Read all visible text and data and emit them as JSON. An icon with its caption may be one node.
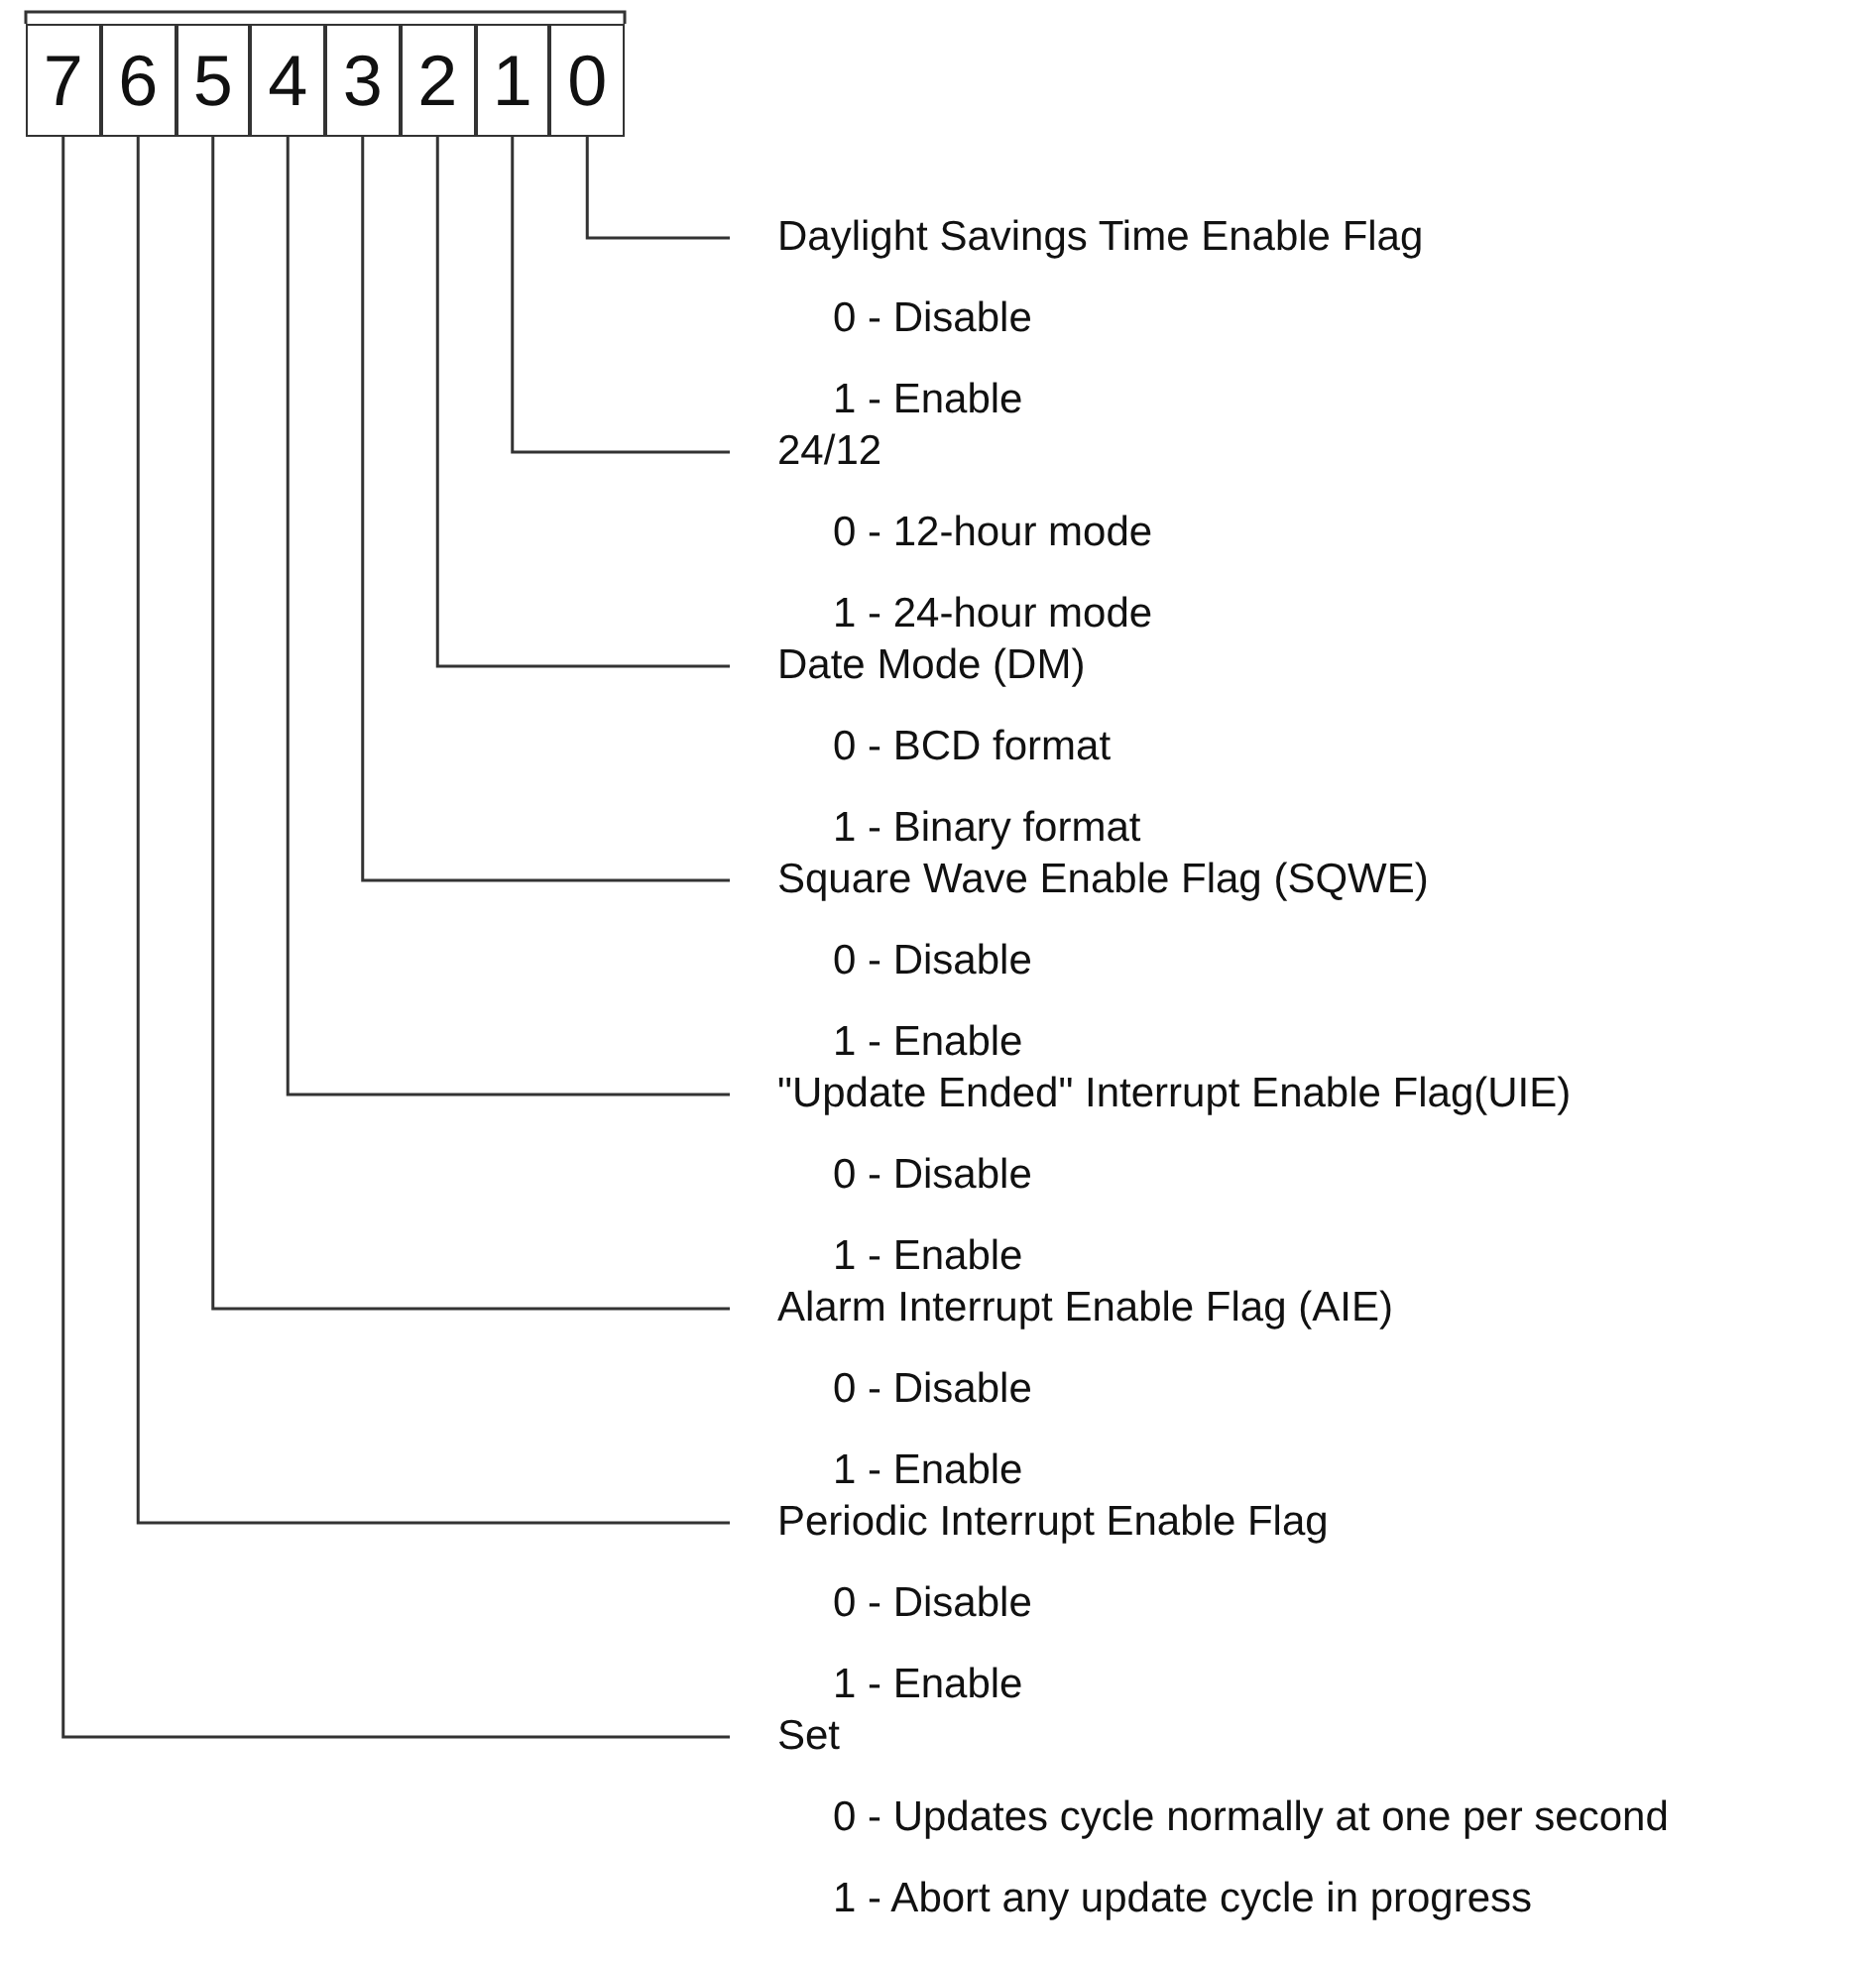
{
  "diagram": {
    "nodes": [
      {
        "text": [
          "7"
        ]
      },
      {
        "text": [
          "6"
        ]
      },
      {
        "text": [
          "5"
        ]
      },
      {
        "text": [
          "4"
        ]
      },
      {
        "text": [
          "3"
        ]
      },
      {
        "text": [
          "2"
        ]
      },
      {
        "text": [
          "1"
        ]
      },
      {
        "text": [
          "0"
        ]
      },
      {
        "text": [
          "Daylight Savings Time Enable Flag",
          "0 - Disable",
          "1 - Enable"
        ]
      },
      {
        "text": [
          "24/12",
          "0 - 12-hour mode",
          "1 - 24-hour mode"
        ]
      },
      {
        "text": [
          "Date Mode (DM)",
          "0 - BCD format",
          "1 - Binary format"
        ]
      },
      {
        "text": [
          "Square Wave Enable Flag (SQWE)",
          "0 - Disable",
          "1 - Enable"
        ]
      },
      {
        "text": [
          "\"Update Ended\" Interrupt Enable Flag(UIE)",
          "0 - Disable",
          "1 - Enable"
        ]
      },
      {
        "text": [
          "Alarm Interrupt Enable Flag (AIE)",
          "0 - Disable",
          "1 - Enable"
        ]
      },
      {
        "text": [
          "Periodic Interrupt Enable Flag",
          "0 - Disable",
          "1 - Enable"
        ]
      },
      {
        "text": [
          "Set",
          "0 - Updates cycle normally at one per second",
          "1 - Abort any update cycle in progress"
        ]
      }
    ],
    "edges": [
      {
        "from": 7,
        "to": 8,
        "arrow": "none"
      },
      {
        "from": 6,
        "to": 9,
        "arrow": "none"
      },
      {
        "from": 5,
        "to": 10,
        "arrow": "none"
      },
      {
        "from": 4,
        "to": 11,
        "arrow": "none"
      },
      {
        "from": 3,
        "to": 12,
        "arrow": "none"
      },
      {
        "from": 2,
        "to": 13,
        "arrow": "none"
      },
      {
        "from": 1,
        "to": 14,
        "arrow": "none"
      },
      {
        "from": 0,
        "to": 15,
        "arrow": "none"
      }
    ]
  }
}
